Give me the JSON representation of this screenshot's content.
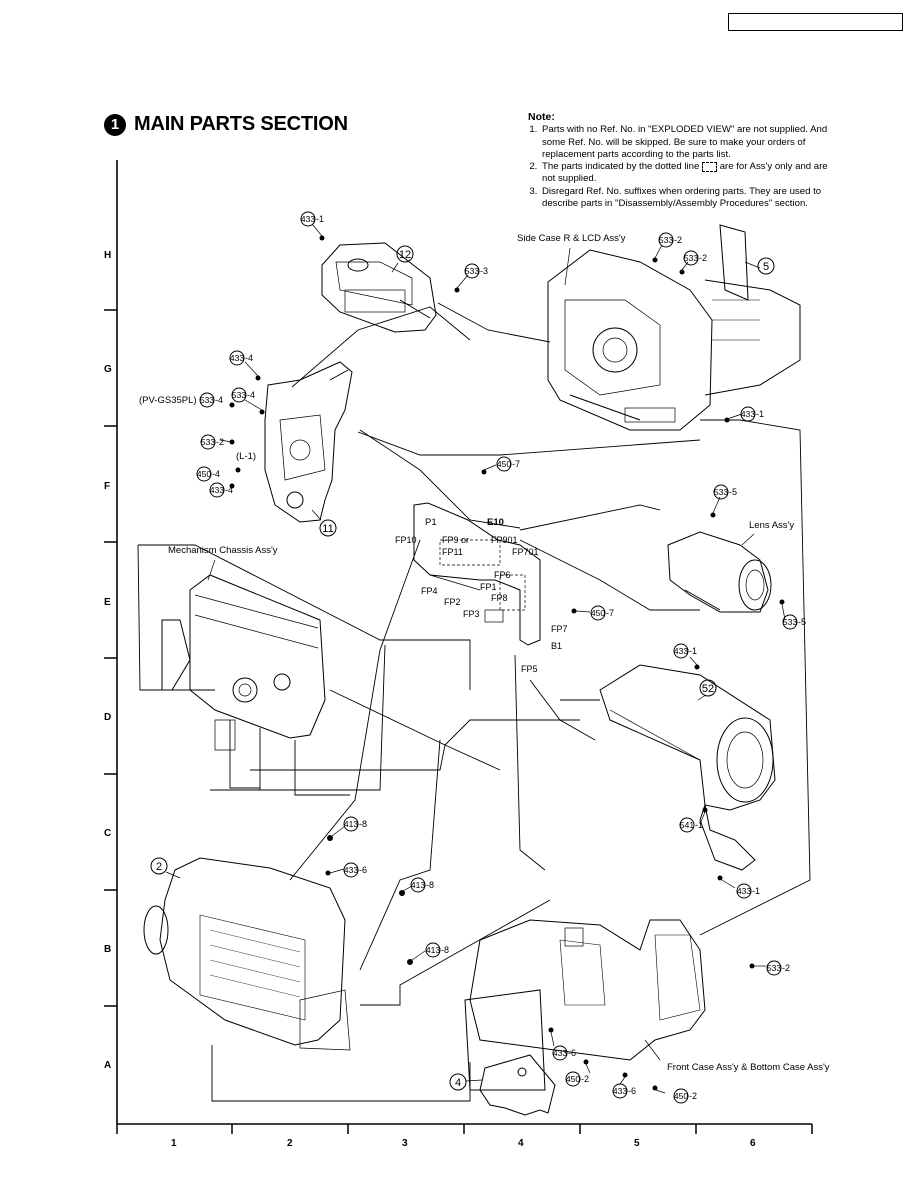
{
  "title": {
    "number": "1",
    "text": "MAIN PARTS SECTION"
  },
  "note": {
    "heading": "Note:",
    "items": [
      "Parts with no Ref. No. in \"EXPLODED VIEW\" are not supplied. And some Ref. No. will be skipped.  Be sure to make your orders of replacement parts according to the parts list.",
      "The parts indicated by the dotted line",
      "are for Ass'y only and are not supplied.",
      "Disregard Ref. No. suffixes when ordering parts. They are used to describe parts in \"Disassembly/Assembly Procedures\" section."
    ]
  },
  "row_labels": [
    "H",
    "G",
    "F",
    "E",
    "D",
    "C",
    "B",
    "A"
  ],
  "column_labels": [
    "1",
    "2",
    "3",
    "4",
    "5",
    "6"
  ],
  "assy_labels": {
    "side_case": "Side Case R  & LCD Ass'y",
    "mechanism": "Mechanism Chassis Ass'y",
    "lens": "Lens Ass'y",
    "front_case": "Front Case Ass'y & Bottom Case Ass'y",
    "model_note": "(PV-GS35PL)",
    "l1": "(L-1)"
  },
  "connectors": {
    "p1": "P1",
    "e10": "E10",
    "fp10": "FP10",
    "fp9": "FP9 or",
    "fp11": "FP11",
    "fp901": "FP901",
    "fp701": "FP701",
    "fp6": "FP6",
    "fp1": "FP1",
    "fp8": "FP8",
    "fp4": "FP4",
    "fp2": "FP2",
    "fp3": "FP3",
    "fp7": "FP7",
    "b1": "B1",
    "fp5": "FP5"
  },
  "callouts": {
    "c12": "12",
    "c5": "5",
    "c11": "11",
    "c52": "52",
    "c2": "2",
    "c4": "4"
  },
  "screws": [
    {
      "num": "433",
      "suffix": "-1"
    },
    {
      "num": "533",
      "suffix": "-3"
    },
    {
      "num": "533",
      "suffix": "-2"
    },
    {
      "num": "533",
      "suffix": "-2"
    },
    {
      "num": "433",
      "suffix": "-4"
    },
    {
      "num": "533",
      "suffix": "-4"
    },
    {
      "num": "533",
      "suffix": "-4"
    },
    {
      "num": "533",
      "suffix": "-2"
    },
    {
      "num": "450",
      "suffix": "-4"
    },
    {
      "num": "433",
      "suffix": "-4"
    },
    {
      "num": "450",
      "suffix": "-7"
    },
    {
      "num": "433",
      "suffix": "-1"
    },
    {
      "num": "533",
      "suffix": "-5"
    },
    {
      "num": "533",
      "suffix": "-5"
    },
    {
      "num": "450",
      "suffix": "-7"
    },
    {
      "num": "433",
      "suffix": "-1"
    },
    {
      "num": "541",
      "suffix": "-1"
    },
    {
      "num": "433",
      "suffix": "-1"
    },
    {
      "num": "413",
      "suffix": "-8"
    },
    {
      "num": "433",
      "suffix": "-6"
    },
    {
      "num": "413",
      "suffix": "-8"
    },
    {
      "num": "413",
      "suffix": "-8"
    },
    {
      "num": "533",
      "suffix": "-2"
    },
    {
      "num": "433",
      "suffix": "-6"
    },
    {
      "num": "450",
      "suffix": "-2"
    },
    {
      "num": "433",
      "suffix": "-6"
    },
    {
      "num": "450",
      "suffix": "-2"
    }
  ]
}
